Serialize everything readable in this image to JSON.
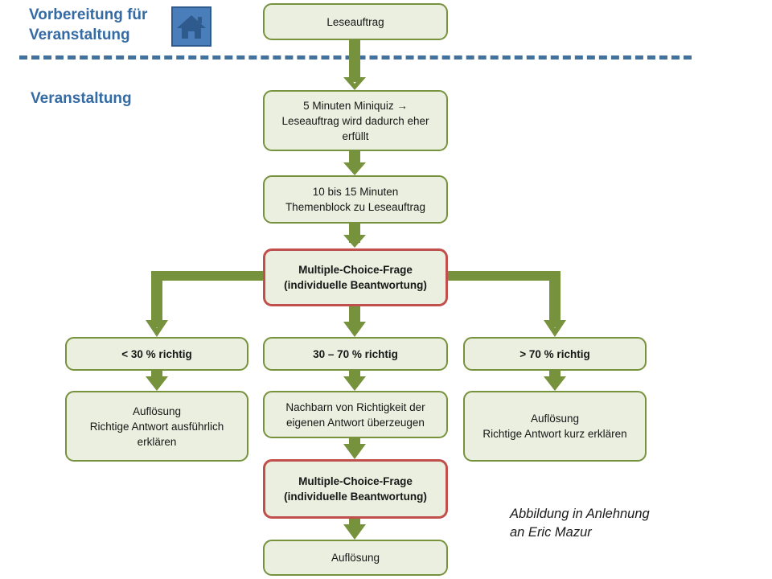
{
  "headings": {
    "preparation": "Vorbereitung für\nVeranstaltung",
    "event": "Veranstaltung"
  },
  "icons": {
    "home": "house-icon"
  },
  "attribution": "Abbildung in Anlehnung\nan Eric Mazur",
  "colors": {
    "box_border_green": "#76923C",
    "box_border_red": "#C0504D",
    "box_fill": "#EAEFDF",
    "arrow_green": "#76923C",
    "heading_blue": "#356BA4",
    "divider_blue": "#41719C",
    "icon_blue": "#4A7EBB"
  },
  "nodes": {
    "leseauftrag": "Leseauftrag",
    "miniquiz": "5 Minuten Miniquiz →\nLeseauftrag wird dadurch eher\nerfüllt",
    "themenblock": "10 bis 15 Minuten\nThemenblock zu Leseauftrag",
    "mc_question_1": "Multiple-Choice-Frage\n(individuelle Beantwortung)",
    "branch_low": "< 30 % richtig",
    "branch_mid": "30 – 70 % richtig",
    "branch_high": "> 70 % richtig",
    "result_low": "Auflösung\nRichtige Antwort  ausführlich\nerklären",
    "result_mid": "Nachbarn von Richtigkeit der\neigenen Antwort  überzeugen",
    "result_high": "Auflösung\nRichtige Antwort  kurz erklären",
    "mc_question_2": "Multiple-Choice-Frage\n(individuelle Beantwortung)",
    "final": "Auflösung"
  }
}
